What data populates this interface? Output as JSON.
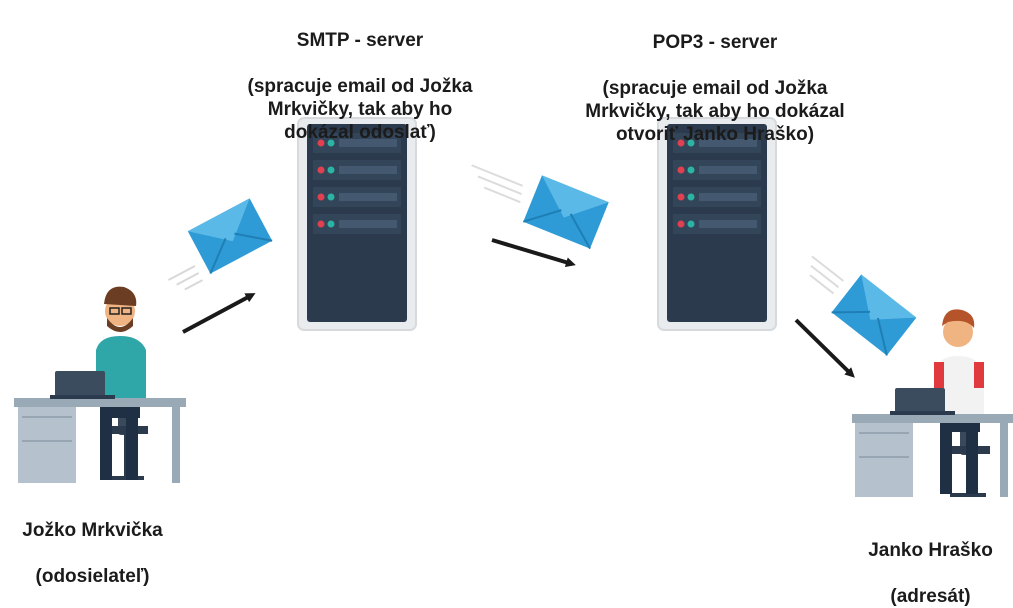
{
  "servers": {
    "smtp": {
      "title": "SMTP - server",
      "description": "(spracuje email od Jožka\nMrkvičky, tak aby ho\ndokázal odoslať)"
    },
    "pop3": {
      "title": "POP3 - server",
      "description": "(spracuje email od Jožka\nMrkvičky, tak aby ho dokázal\notvoriť Janko Hraško)"
    }
  },
  "sender": {
    "name": "Jožko Mrkvička",
    "role": "(odosielateľ)"
  },
  "recipient": {
    "name": "Janko Hraško",
    "role": "(adresát)"
  },
  "colors": {
    "server_body": "#2b3a4c",
    "server_frame": "#e9ecee",
    "envelope": "#2e9bd6",
    "arrow": "#1a1a1a"
  }
}
